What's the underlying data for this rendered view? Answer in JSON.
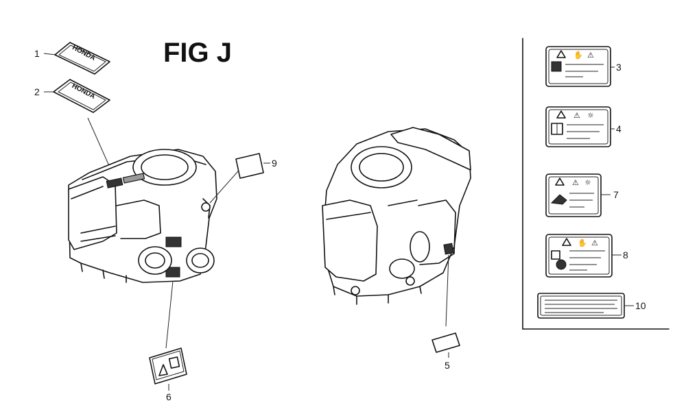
{
  "figure": {
    "title": "FIG J",
    "decal_text": "HONDA",
    "callouts": [
      {
        "id": "1",
        "label": "1"
      },
      {
        "id": "2",
        "label": "2"
      },
      {
        "id": "3",
        "label": "3"
      },
      {
        "id": "4",
        "label": "4"
      },
      {
        "id": "5",
        "label": "5"
      },
      {
        "id": "6",
        "label": "6"
      },
      {
        "id": "7",
        "label": "7"
      },
      {
        "id": "8",
        "label": "8"
      },
      {
        "id": "9",
        "label": "9"
      },
      {
        "id": "10",
        "label": "10"
      }
    ]
  },
  "icons": {
    "warning": "warning-triangle-icon",
    "manual": "book-manual-icon",
    "hand": "hand-hazard-icon"
  }
}
